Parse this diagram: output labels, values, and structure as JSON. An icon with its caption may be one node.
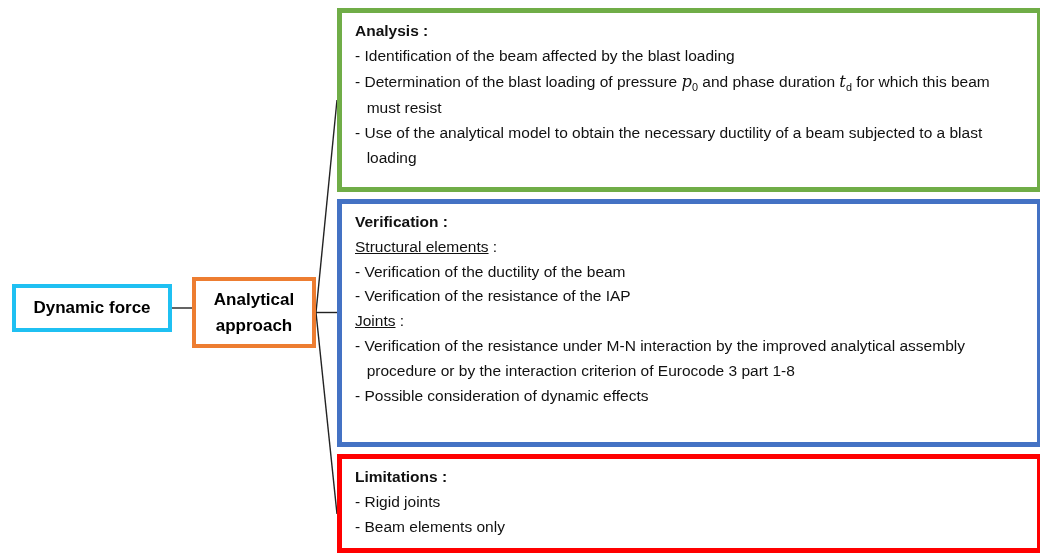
{
  "diagram": {
    "nodes": [
      {
        "text": [
          "Dynamic force"
        ]
      },
      {
        "text": [
          "Analytical approach"
        ]
      },
      {
        "text": [
          "Analysis :",
          "- Identification of the beam affected by the blast loading",
          "- Determination of the blast loading of pressure *p*$_{0}$  and phase duration *t*$_{d}$ for which this beam must resist",
          "- Use of the analytical model to obtain the necessary ductility of a beam subjected to a blast loading"
        ]
      },
      {
        "text": [
          "Verification :",
          "Structural elements :",
          "- Verification of the ductility of the beam",
          "- Verification of the resistance of the IAP",
          "Joints :",
          "- Verification of the resistance under M-N interaction by the improved analytical assembly procedure or by the interaction criterion of Eurocode 3 part 1-8",
          "- Possible consideration of dynamic effects"
        ]
      },
      {
        "text": [
          "Limitations :",
          "- Rigid joints",
          "- Beam elements only"
        ]
      }
    ],
    "edges": [
      {
        "from": 0,
        "to": 1,
        "arrow": "none"
      },
      {
        "from": 1,
        "to": 2,
        "arrow": "none"
      },
      {
        "from": 1,
        "to": 3,
        "arrow": "none"
      },
      {
        "from": 1,
        "to": 4,
        "arrow": "none"
      }
    ]
  }
}
